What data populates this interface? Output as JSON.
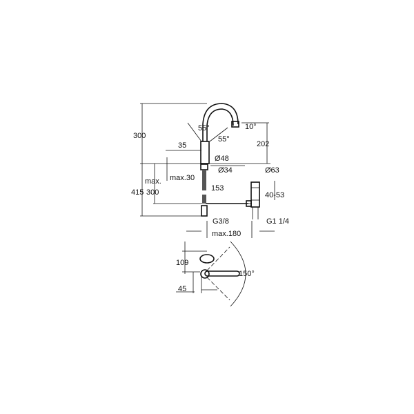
{
  "drawing": {
    "side_view": {
      "total_height": "300",
      "total_install_height": "415",
      "max_label": "max.",
      "max_hose": "300",
      "max_deck": "max.30",
      "body_offset": "35",
      "spout_angle_left": "55°",
      "spout_angle_right": "55°",
      "aerator_angle": "10°",
      "spout_height": "202",
      "body_diameter": "Ø48",
      "hole_diameter": "Ø34",
      "drain_diameter": "Ø63",
      "rod_length": "153",
      "drain_range": "40-53",
      "supply_thread": "G3/8",
      "drain_thread": "G1 1/4",
      "max_reach": "max.180"
    },
    "plan_view": {
      "handle_height": "109",
      "handle_offset": "45",
      "swivel_angle": "150°"
    }
  }
}
